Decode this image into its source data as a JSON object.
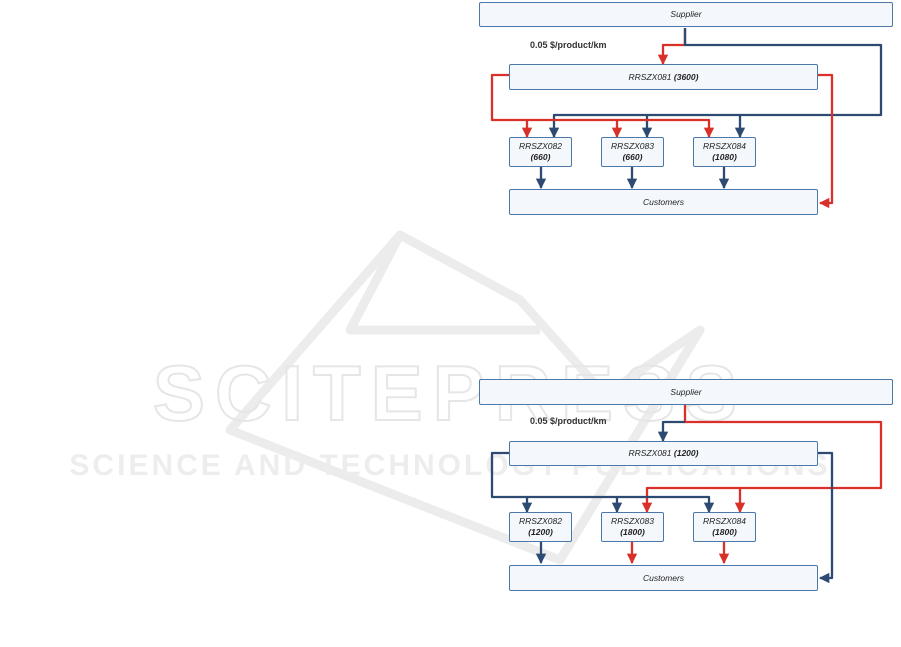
{
  "watermark": {
    "title": "SCITEPRESS",
    "subtitle": "SCIENCE AND TECHNOLOGY PUBLICATIONS"
  },
  "diagrams": [
    {
      "supplier": "Supplier",
      "cost": "0.05 $/product/km",
      "hub_name": "RRSZX081",
      "hub_qty": "(3600)",
      "nodes": [
        {
          "name": "RRSZX082",
          "qty": "(660)"
        },
        {
          "name": "RRSZX083",
          "qty": "(660)"
        },
        {
          "name": "RRSZX084",
          "qty": "(1080)"
        }
      ],
      "customers": "Customers",
      "colors": {
        "red": "#d9302a",
        "blue": "#2c4a72"
      }
    },
    {
      "supplier": "Supplier",
      "cost": "0.05 $/product/km",
      "hub_name": "RRSZX081",
      "hub_qty": "(1200)",
      "nodes": [
        {
          "name": "RRSZX082",
          "qty": "(1200)"
        },
        {
          "name": "RRSZX083",
          "qty": "(1800)"
        },
        {
          "name": "RRSZX084",
          "qty": "(1800)"
        }
      ],
      "customers": "Customers",
      "colors": {
        "red": "#d9302a",
        "blue": "#2c4a72"
      }
    }
  ]
}
